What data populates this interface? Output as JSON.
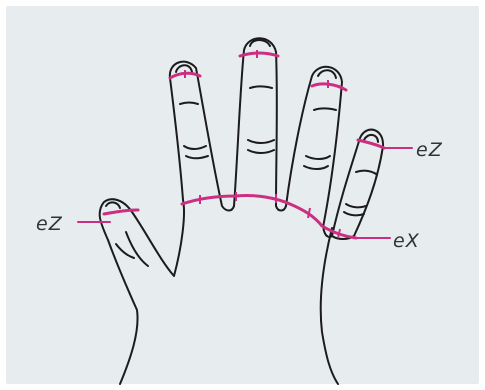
{
  "colors": {
    "panel": "#e7ecef",
    "outline": "#1c1c1c",
    "accent": "#cc2f82",
    "label": "#333333"
  },
  "labels": {
    "right_tip": "eZ",
    "left_tip": "eZ",
    "base": "eX"
  }
}
